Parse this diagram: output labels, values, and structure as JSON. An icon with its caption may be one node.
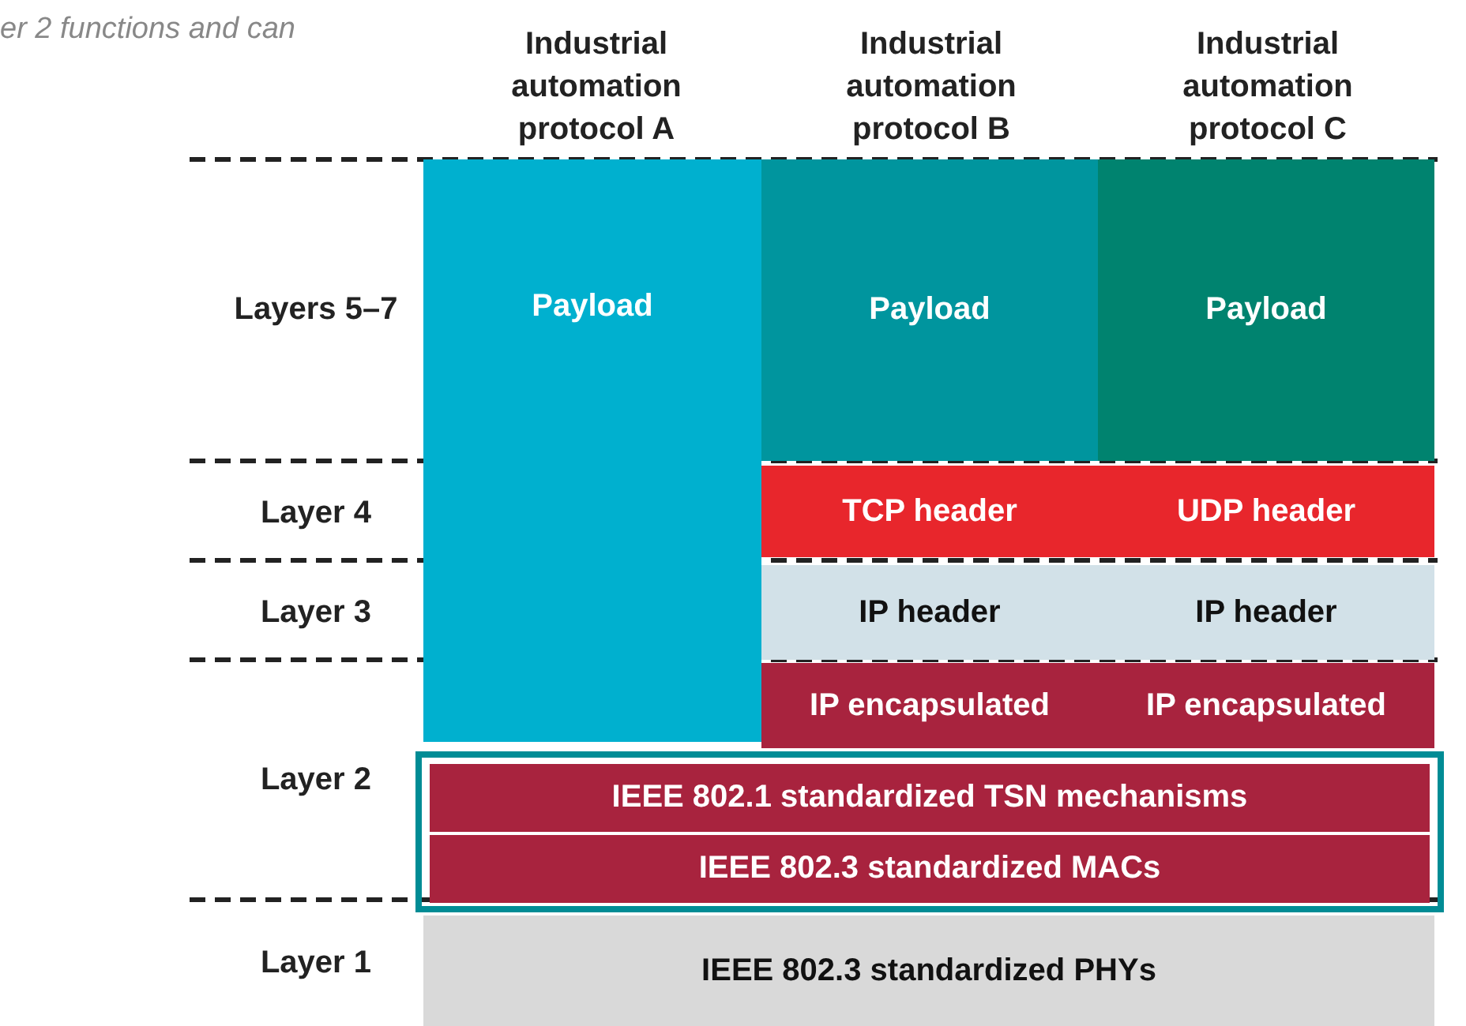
{
  "diagram": {
    "nodes": [
      {
        "text": [
          "Payload"
        ]
      },
      {
        "text": [
          "Payload"
        ]
      },
      {
        "text": [
          "Payload"
        ]
      },
      {
        "text": [
          "TCP header"
        ]
      },
      {
        "text": [
          "UDP header"
        ]
      },
      {
        "text": [
          "IP header"
        ]
      },
      {
        "text": [
          "IP header"
        ]
      },
      {
        "text": [
          "IP encapsulated"
        ]
      },
      {
        "text": [
          "IP encapsulated"
        ]
      },
      {
        "text": [],
        "shape": "box"
      },
      {
        "text": [
          "IEEE 802.1 standardized TSN mechanisms"
        ],
        "in": 9
      },
      {
        "text": [
          "IEEE 802.3 standardized MACs"
        ],
        "in": 9
      },
      {
        "text": [
          "IEEE 802.3 standardized PHYs"
        ]
      }
    ],
    "edges": [],
    "labels": [
      "er 2 functions and can",
      "Industrial automation protocol A",
      "Industrial automation protocol B",
      "Industrial automation protocol C",
      "Layers 5–7",
      "Layer 4",
      "Layer 3",
      "Layer 2",
      "Layer 1"
    ]
  }
}
